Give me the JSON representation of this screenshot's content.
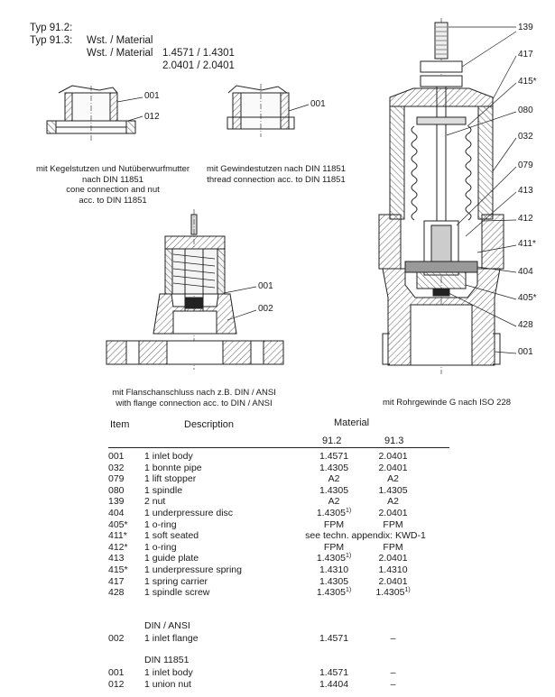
{
  "header": {
    "line1": {
      "type": "Typ 91.2:",
      "label": "Wst. / Material",
      "value": "1.4571 / 1.4301"
    },
    "line2": {
      "type": "Typ 91.3:",
      "label": "Wst. / Material",
      "value": "2.0401 / 2.0401"
    }
  },
  "figures": {
    "cone": {
      "caption": [
        "mit Kegelstutzen und Nutüberwurfmutter",
        "nach DIN 11851",
        "cone connection and nut",
        "acc. to DIN 11851"
      ],
      "labels": [
        "001",
        "012"
      ]
    },
    "thread": {
      "caption": [
        "mit Gewindestutzen nach DIN 11851",
        "thread connection acc. to DIN 11851"
      ],
      "labels": [
        "001"
      ]
    },
    "flange": {
      "caption": [
        "mit Flanschanschluss nach z.B. DIN / ANSI",
        "with flange connection acc. to DIN / ANSI"
      ],
      "labels": [
        "001",
        "002"
      ]
    },
    "main": {
      "caption": "mit Rohrgewinde G nach ISO 228",
      "labels": [
        "139",
        "417",
        "415*",
        "080",
        "032",
        "079",
        "413",
        "412",
        "411*",
        "404",
        "405*",
        "428",
        "001"
      ]
    }
  },
  "table": {
    "headers": {
      "item": "Item",
      "description": "Description",
      "material": "Material",
      "v1": "91.2",
      "v2": "91.3"
    },
    "rows": [
      {
        "item": "001",
        "desc": "1 inlet body",
        "m1": "1.4571",
        "m2": "2.0401"
      },
      {
        "item": "032",
        "desc": "1 bonnte pipe",
        "m1": "1.4305",
        "m2": "2.0401"
      },
      {
        "item": "079",
        "desc": "1 lift stopper",
        "m1": "A2",
        "m2": "A2"
      },
      {
        "item": "080",
        "desc": "1 spindle",
        "m1": "1.4305",
        "m2": "1.4305"
      },
      {
        "item": "139",
        "desc": "2 nut",
        "m1": "A2",
        "m2": "A2"
      },
      {
        "item": "404",
        "desc": "1 underpressure disc",
        "m1": "1.4305",
        "m1sup": "1)",
        "m2": "2.0401"
      },
      {
        "item": "405*",
        "desc": "1 o-ring",
        "m1": "FPM",
        "m2": "FPM"
      },
      {
        "item": "411*",
        "desc": "1 soft seated",
        "span": "see techn. appendix: KWD-1"
      },
      {
        "item": "412*",
        "desc": "1 o-ring",
        "m1": "FPM",
        "m2": "FPM"
      },
      {
        "item": "413",
        "desc": "1 guide plate",
        "m1": "1.4305",
        "m1sup": "1)",
        "m2": "2.0401"
      },
      {
        "item": "415*",
        "desc": "1 underpressure spring",
        "m1": "1.4310",
        "m2": "1.4310"
      },
      {
        "item": "417",
        "desc": "1 spring carrier",
        "m1": "1.4305",
        "m2": "2.0401"
      },
      {
        "item": "428",
        "desc": "1 spindle screw",
        "m1": "1.4305",
        "m1sup": "1)",
        "m2": "1.4305",
        "m2sup": "1)"
      }
    ],
    "din_ansi": {
      "heading": "DIN / ANSI",
      "rows": [
        {
          "item": "002",
          "desc": "1 inlet flange",
          "m1": "1.4571",
          "m2": "–"
        }
      ]
    },
    "din_11851": {
      "heading": "DIN 11851",
      "rows": [
        {
          "item": "001",
          "desc": "1 inlet body",
          "m1": "1.4571",
          "m2": "–"
        },
        {
          "item": "012",
          "desc": "1 union nut",
          "m1": "1.4404",
          "m2": "–"
        }
      ]
    }
  }
}
